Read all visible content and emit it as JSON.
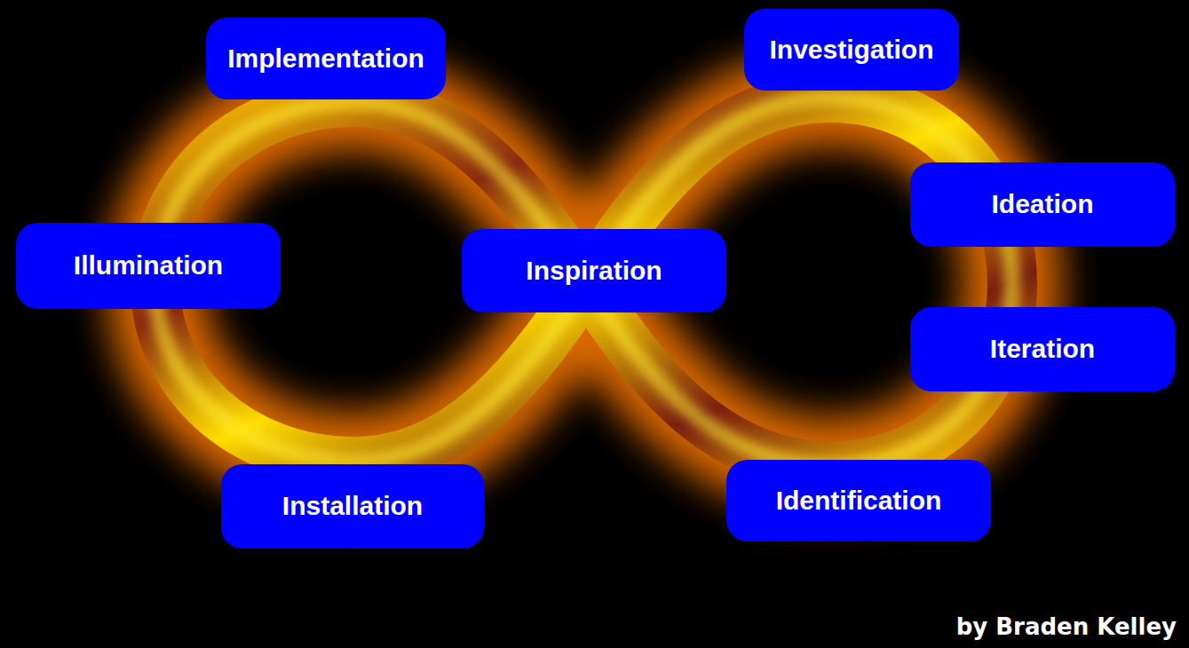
{
  "diagram": {
    "nodes": [
      {
        "text": [
          "Implementation"
        ]
      },
      {
        "text": [
          "Investigation"
        ]
      },
      {
        "text": [
          "Ideation"
        ]
      },
      {
        "text": [
          "Illumination"
        ]
      },
      {
        "text": [
          "Inspiration"
        ]
      },
      {
        "text": [
          "Iteration"
        ]
      },
      {
        "text": [
          "Installation"
        ]
      },
      {
        "text": [
          "Identification"
        ]
      }
    ],
    "labels": [
      "by Braden Kelley"
    ]
  }
}
